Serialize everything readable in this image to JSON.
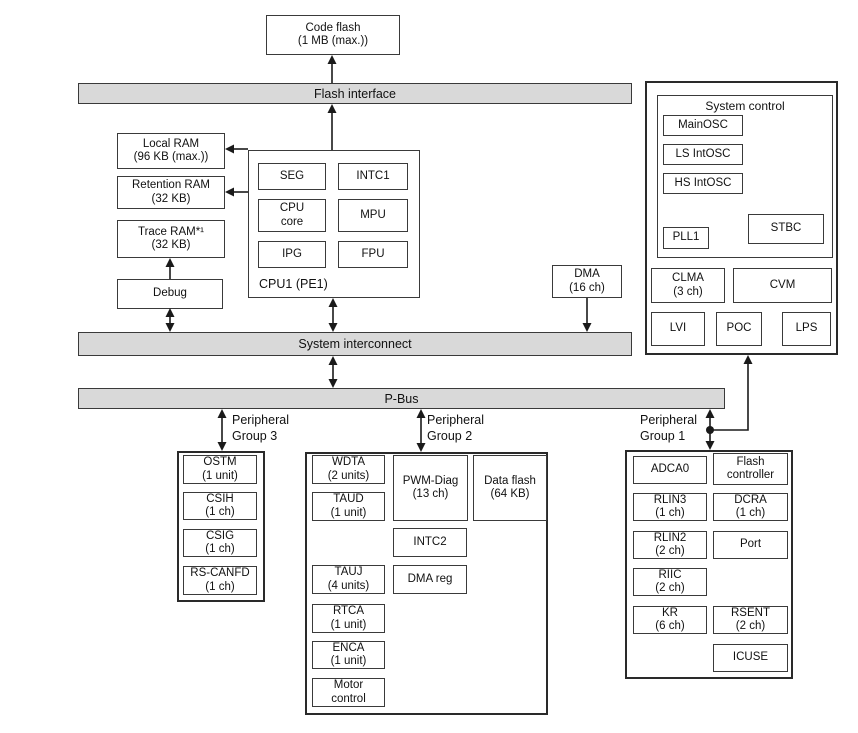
{
  "blocks": {
    "code_flash": {
      "title": "Code flash",
      "sub": "(1 MB (max.))"
    },
    "flash_interface": "Flash interface",
    "system_interconnect": "System interconnect",
    "p_bus": "P-Bus",
    "local_ram": {
      "title": "Local RAM",
      "sub": "(96 KB (max.))"
    },
    "retention_ram": {
      "title": "Retention RAM",
      "sub": "(32 KB)"
    },
    "trace_ram": {
      "title": "Trace RAM*¹",
      "sub": "(32 KB)"
    },
    "debug": "Debug",
    "cpu": {
      "label": "CPU1 (PE1)",
      "seg": "SEG",
      "intc1": "INTC1",
      "cpu_core": {
        "l1": "CPU",
        "l2": "core"
      },
      "mpu": "MPU",
      "ipg": "IPG",
      "fpu": "FPU"
    },
    "dma": {
      "title": "DMA",
      "sub": "(16 ch)"
    },
    "system_control": {
      "title": "System control",
      "main_osc": "MainOSC",
      "ls_intosc": "LS IntOSC",
      "hs_intosc": "HS IntOSC",
      "pll1": "PLL1",
      "stbc": "STBC",
      "clma": {
        "title": "CLMA",
        "sub": "(3 ch)"
      },
      "cvm": "CVM",
      "lvi": "LVI",
      "poc": "POC",
      "lps": "LPS"
    },
    "group3": {
      "label1": "Peripheral",
      "label2": "Group 3",
      "ostm": {
        "title": "OSTM",
        "sub": "(1 unit)"
      },
      "csih": {
        "title": "CSIH",
        "sub": "(1 ch)"
      },
      "csig": {
        "title": "CSIG",
        "sub": "(1 ch)"
      },
      "rs_canfd": {
        "title": "RS-CANFD",
        "sub": "(1 ch)"
      }
    },
    "group2": {
      "label1": "Peripheral",
      "label2": "Group 2",
      "wdta": {
        "title": "WDTA",
        "sub": "(2 units)"
      },
      "taud": {
        "title": "TAUD",
        "sub": "(1 unit)"
      },
      "pwm_diag": {
        "title": "PWM-Diag",
        "sub": "(13 ch)"
      },
      "data_flash": {
        "title": "Data flash",
        "sub": "(64 KB)"
      },
      "intc2": "INTC2",
      "tauj": {
        "title": "TAUJ",
        "sub": "(4 units)"
      },
      "dma_reg": "DMA reg",
      "rtca": {
        "title": "RTCA",
        "sub": "(1 unit)"
      },
      "enca": {
        "title": "ENCA",
        "sub": "(1 unit)"
      },
      "motor": {
        "title": "Motor",
        "sub": "control"
      }
    },
    "group1": {
      "label1": "Peripheral",
      "label2": "Group 1",
      "adca0": "ADCA0",
      "flash_ctrl": {
        "title": "Flash",
        "sub": "controller"
      },
      "rlin3": {
        "title": "RLIN3",
        "sub": "(1 ch)"
      },
      "dcra": {
        "title": "DCRA",
        "sub": "(1 ch)"
      },
      "rlin2": {
        "title": "RLIN2",
        "sub": "(2 ch)"
      },
      "port": "Port",
      "riic": {
        "title": "RIIC",
        "sub": "(2 ch)"
      },
      "kr": {
        "title": "KR",
        "sub": "(6 ch)"
      },
      "rsent": {
        "title": "RSENT",
        "sub": "(2 ch)"
      },
      "icuse": "ICUSE"
    },
    "colors": {
      "bus_fill": "#d9d9d9",
      "line": "#1a1a1a",
      "box_border": "#3a3a3a"
    }
  }
}
